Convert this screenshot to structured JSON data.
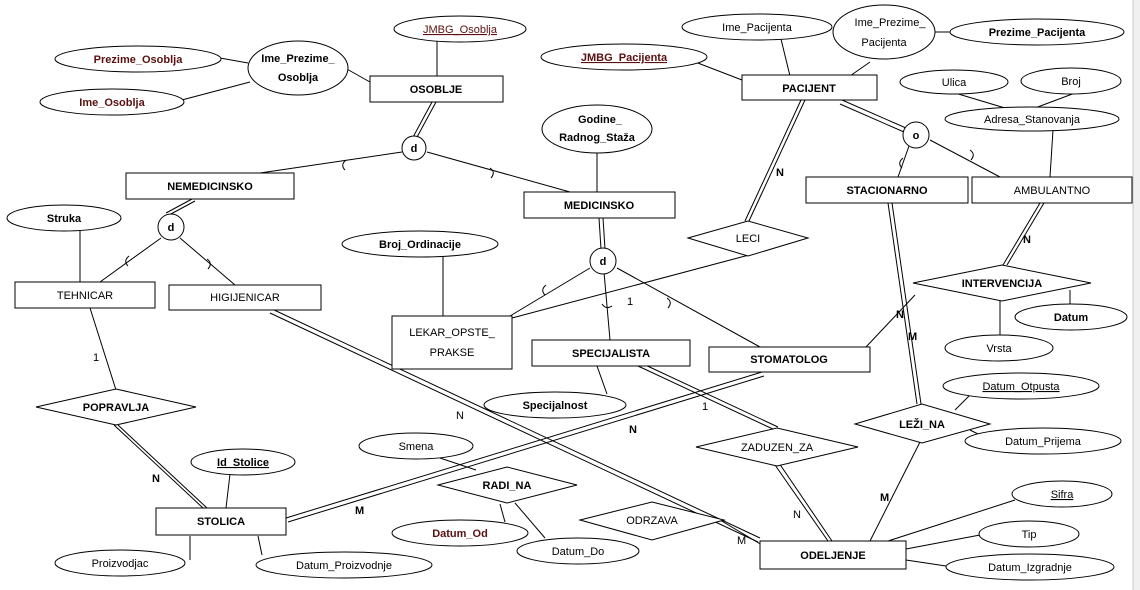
{
  "entities": {
    "osoblje": "OSOBLJE",
    "pacijent": "PACIJENT",
    "nemedicinsko": "NEMEDICINSKO",
    "medicinsko": "MEDICINSKO",
    "stacionarno": "STACIONARNO",
    "ambulantno": "AMBULANTNO",
    "tehnicar": "TEHNICAR",
    "higijenicar": "HIGIJENICAR",
    "lekar_opste_1": "LEKAR_OPSTE_",
    "lekar_opste_2": "PRAKSE",
    "specijalista": "SPECIJALISTA",
    "stomatolog": "STOMATOLOG",
    "stolica": "STOLICA",
    "odeljenje": "ODELJENJE"
  },
  "attributes": {
    "jmbg_osoblja": "JMBG_Osoblja",
    "ime_prezime_osoblja_1": "Ime_Prezime_",
    "ime_prezime_osoblja_2": "Osoblja",
    "prezime_osoblja": "Prezime_Osoblja",
    "ime_osoblja": "Ime_Osoblja",
    "ime_pacijenta": "Ime_Pacijenta",
    "ime_prezime_pacijenta_1": "Ime_Prezime_",
    "ime_prezime_pacijenta_2": "Pacijenta",
    "prezime_pacijenta": "Prezime_Pacijenta",
    "jmbg_pacijenta": "JMBG_Pacijenta",
    "ulica": "Ulica",
    "broj": "Broj",
    "adresa_stanovanja": "Adresa_Stanovanja",
    "godine_staza_1": "Godine_",
    "godine_staza_2": "Radnog_Staža",
    "struka": "Struka",
    "broj_ordinacije": "Broj_Ordinacije",
    "specijalnost": "Specijalnost",
    "datum_interv": "Datum",
    "vrsta": "Vrsta",
    "datum_otpusta": "Datum_Otpusta",
    "datum_prijema": "Datum_Prijema",
    "id_stolice": "Id_Stolice",
    "smena": "Smena",
    "datum_od": "Datum_Od",
    "datum_do": "Datum_Do",
    "proizvodjac": "Proizvodjac",
    "datum_proizvodnje": "Datum_Proizvodnje",
    "sifra": "Sifra",
    "tip": "Tip",
    "datum_izgradnje": "Datum_Izgradnje"
  },
  "relationships": {
    "leci": "LECI",
    "intervencija": "INTERVENCIJA",
    "popravlja": "POPRAVLJA",
    "radi_na": "RADI_NA",
    "odrzava": "ODRZAVA",
    "zaduzen_za": "ZADUZEN_ZA",
    "lezi_na": "LEŽI_NA"
  },
  "specializations": {
    "osoblje": "d",
    "pacijent": "o",
    "nemedicinsko": "d",
    "medicinsko": "d"
  },
  "cardinalities": {
    "leci_n": "N",
    "leci_1": "1",
    "interv_n": "N",
    "interv_m": "M",
    "popr_1": "1",
    "popr_n": "N",
    "radi_n": "N",
    "radi_m": "M",
    "odrz_n": "N",
    "odrz_m": "M",
    "zad_1": "1",
    "zad_n": "N",
    "lezi_n": "N",
    "lezi_m": "M"
  }
}
